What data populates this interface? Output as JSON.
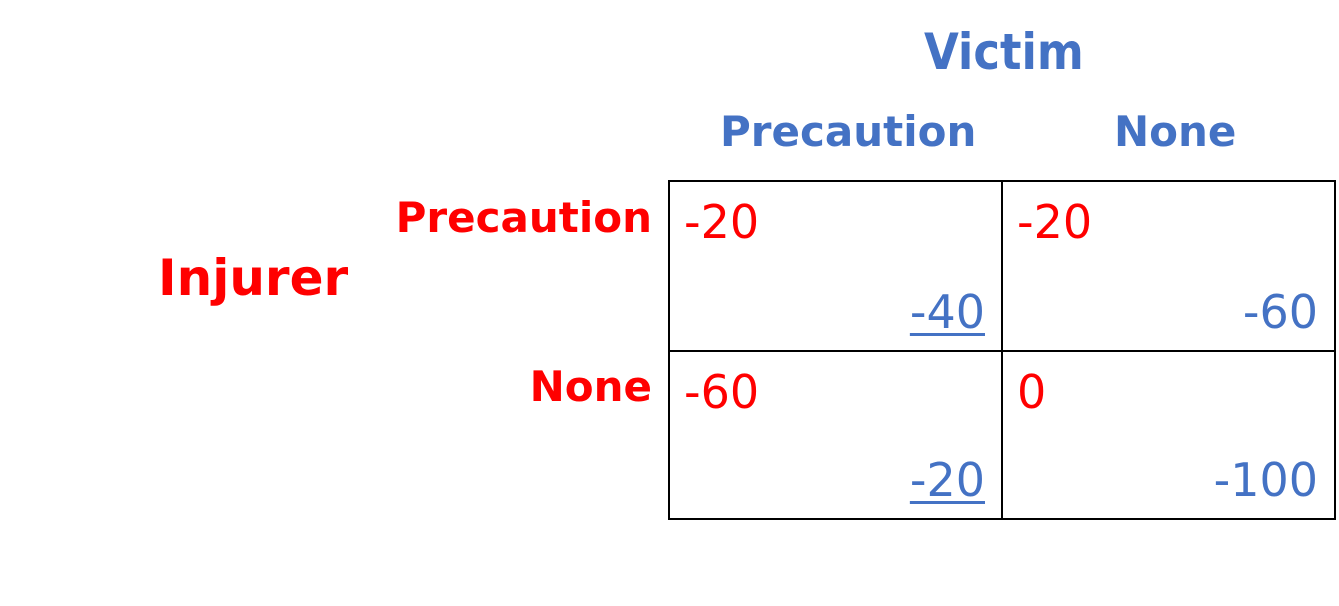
{
  "players": {
    "column": "Victim",
    "row": "Injurer"
  },
  "column_strategies": [
    "Precaution",
    "None"
  ],
  "row_strategies": [
    "Precaution",
    "None"
  ],
  "payoffs": [
    [
      {
        "row": "-20",
        "col": "-40",
        "col_best_response": true
      },
      {
        "row": "-20",
        "col": "-60",
        "col_best_response": false
      }
    ],
    [
      {
        "row": "-60",
        "col": "-20",
        "col_best_response": true
      },
      {
        "row": "0",
        "col": "-100",
        "col_best_response": false
      }
    ]
  ],
  "colors": {
    "row_player": "#FF0000",
    "column_player": "#4472C4",
    "grid": "#000000"
  }
}
